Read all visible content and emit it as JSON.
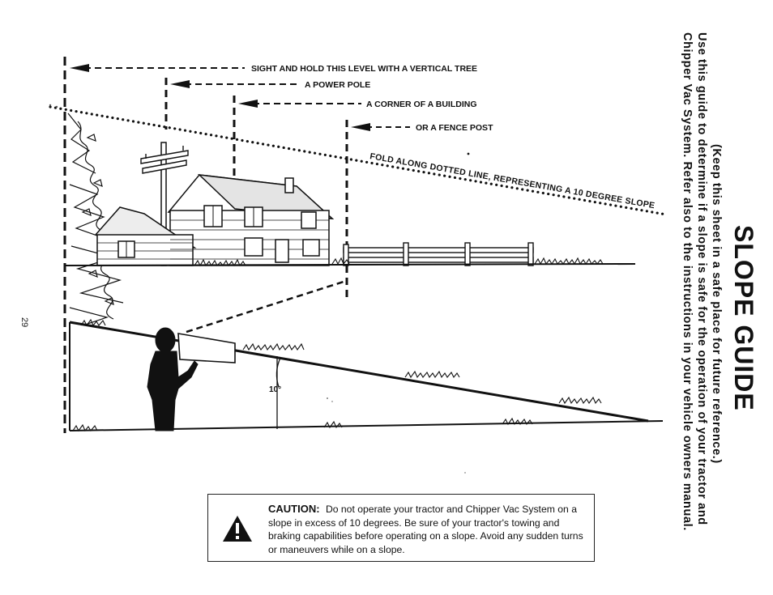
{
  "diagram": {
    "labels": {
      "tree": "SIGHT AND HOLD THIS LEVEL WITH A VERTICAL TREE",
      "pole": "A POWER POLE",
      "building": "A CORNER OF A BUILDING",
      "fence": "OR A FENCE POST"
    },
    "fold_line_label": "FOLD ALONG DOTTED LINE, REPRESENTING A 10 DEGREE SLOPE",
    "angle_label": "10°"
  },
  "sidebar": {
    "title": "SLOPE GUIDE",
    "keep_note": "(Keep this sheet in a safe place for future reference.)",
    "instructions_line1": "Use this guide to determine if a slope is safe for the operation of your tractor and",
    "instructions_line2": "Chipper Vac System. Refer also to the instructions in your vehicle owners manual."
  },
  "page_number": "29",
  "caution": {
    "label": "CAUTION:",
    "text": "Do not operate your tractor and Chipper Vac System on a slope in excess of 10 degrees. Be sure of your tractor's towing and braking capabilities before operating on a slope. Avoid any sudden turns or maneuvers while on a slope.",
    "icon": "warning-triangle-icon"
  }
}
